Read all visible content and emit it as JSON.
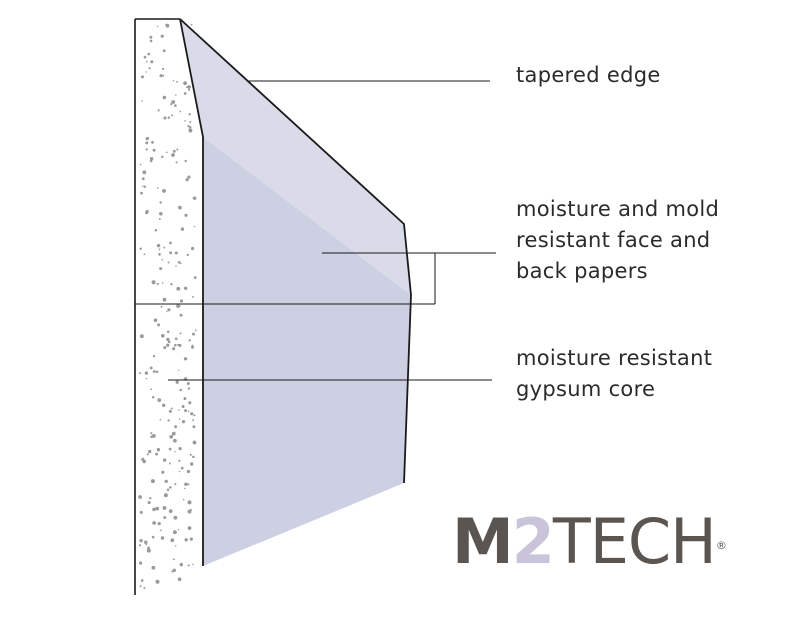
{
  "labels": {
    "tapered_edge": "tapered edge",
    "papers": [
      "moisture and mold",
      "resistant face and",
      "back papers"
    ],
    "core": [
      "moisture resistant",
      "gypsum core"
    ]
  },
  "logo": {
    "part1": "M",
    "part2": "2",
    "part3": "TECH",
    "registered": "®",
    "accent_color": "#c9c4d9",
    "text_color": "#5b5552"
  },
  "colors": {
    "face_paper": "#d9dbe9",
    "core_face": "#cdcfe3",
    "outline": "#1a1a1a",
    "stipple": "#9a9a9a"
  }
}
